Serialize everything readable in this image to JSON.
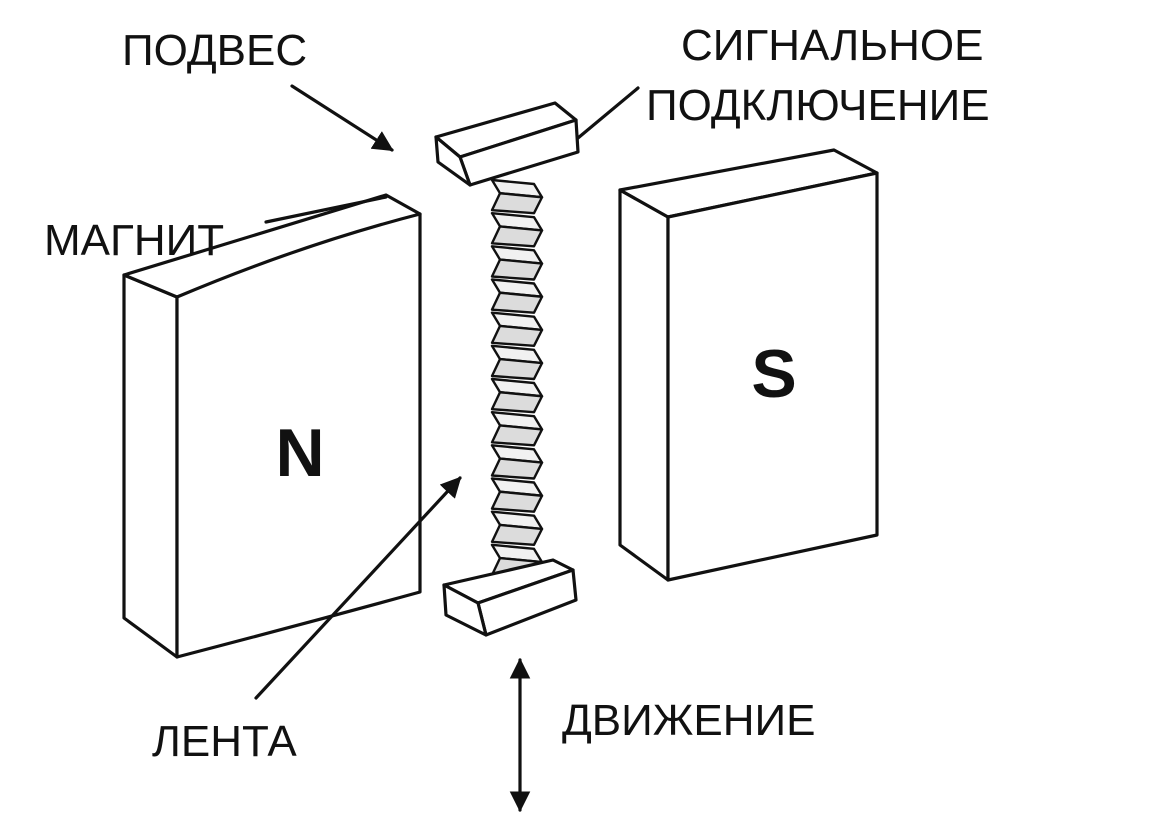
{
  "labels": {
    "suspension": "ПОДВЕС",
    "signal_line1": "СИГНАЛЬНОЕ",
    "signal_line2": "ПОДКЛЮЧЕНИЕ",
    "magnet": "МАГНИТ",
    "ribbon": "ЛЕНТА",
    "motion": "ДВИЖЕНИЕ"
  },
  "poles": {
    "north": "N",
    "south": "S"
  },
  "ribbon": {
    "folds": 12
  }
}
